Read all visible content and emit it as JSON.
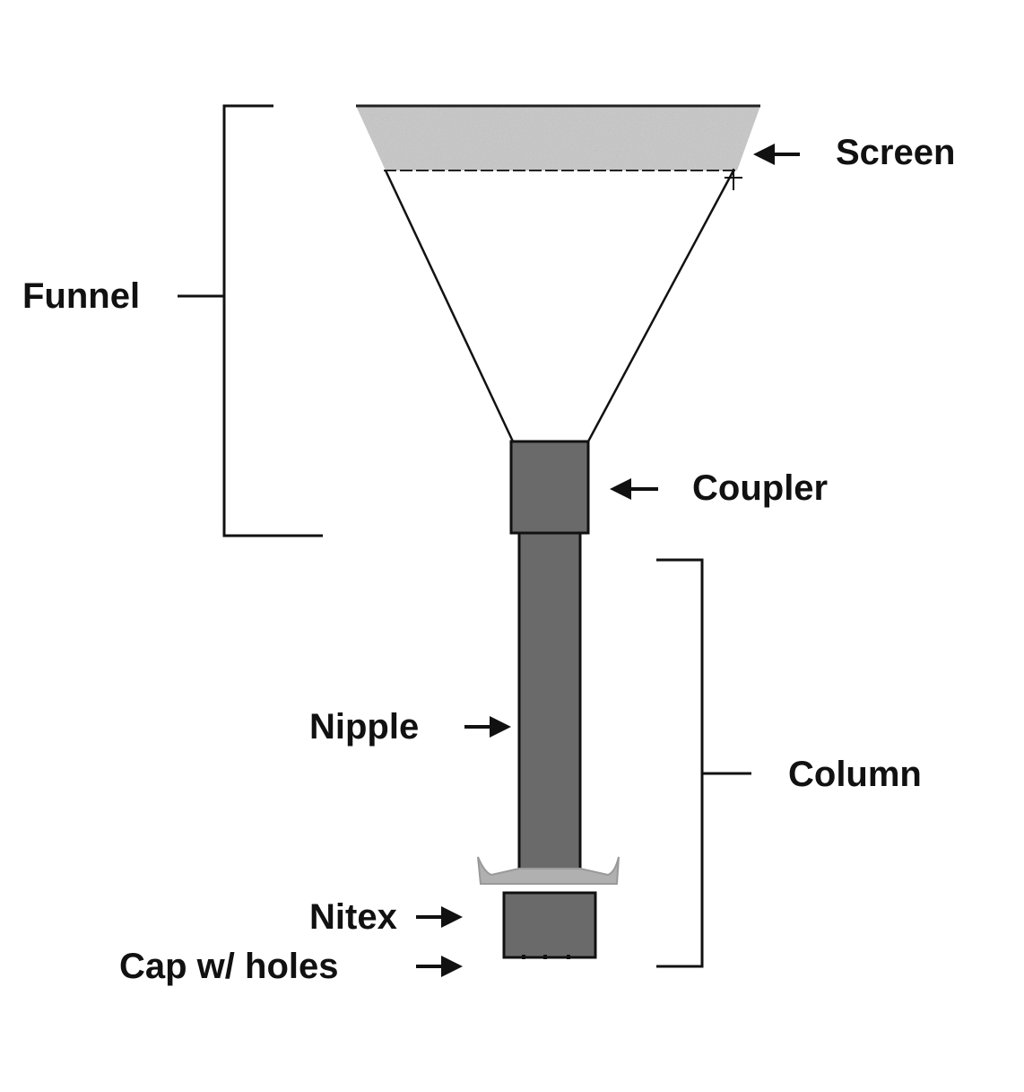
{
  "labels": {
    "screen": "Screen",
    "funnel": "Funnel",
    "coupler": "Coupler",
    "nipple": "Nipple",
    "column": "Column",
    "nitex": "Nitex",
    "cap": "Cap w/ holes"
  },
  "colors": {
    "background": "#ffffff",
    "line": "#111111",
    "screen_fill": "#c8c8c8",
    "pipe_fill": "#6a6a6a",
    "nitex_fill": "#b0b0b0"
  }
}
